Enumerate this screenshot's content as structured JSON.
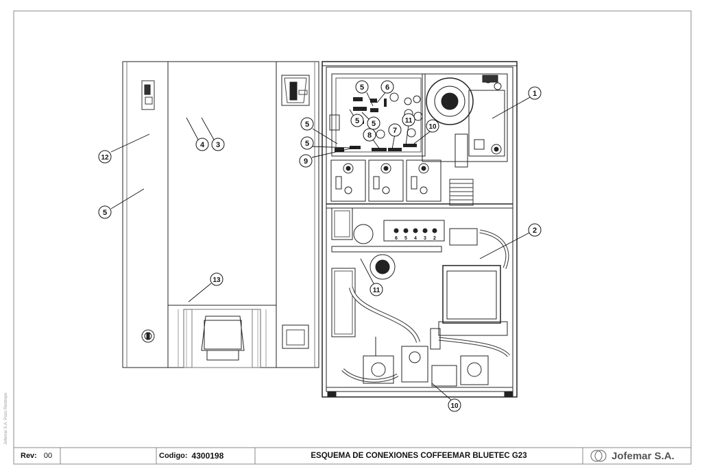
{
  "title_block": {
    "rev_label": "Rev:",
    "rev_value": "00",
    "code_label": "Codigo:",
    "code_value": "4300198",
    "title": "ESQUEMA DE CONEXIONES COFFEEMAR BLUETEC G23",
    "company": "Jofemar S.A."
  },
  "side_note": "Jofemar S.A. Pozo Restrepo",
  "callouts": [
    "1",
    "2",
    "3",
    "4",
    "5",
    "5",
    "5",
    "5",
    "5",
    "5",
    "6",
    "7",
    "8",
    "9",
    "10",
    "10",
    "11",
    "11",
    "12",
    "13"
  ],
  "panel_numbers": [
    "6",
    "5",
    "4",
    "3",
    "2"
  ]
}
